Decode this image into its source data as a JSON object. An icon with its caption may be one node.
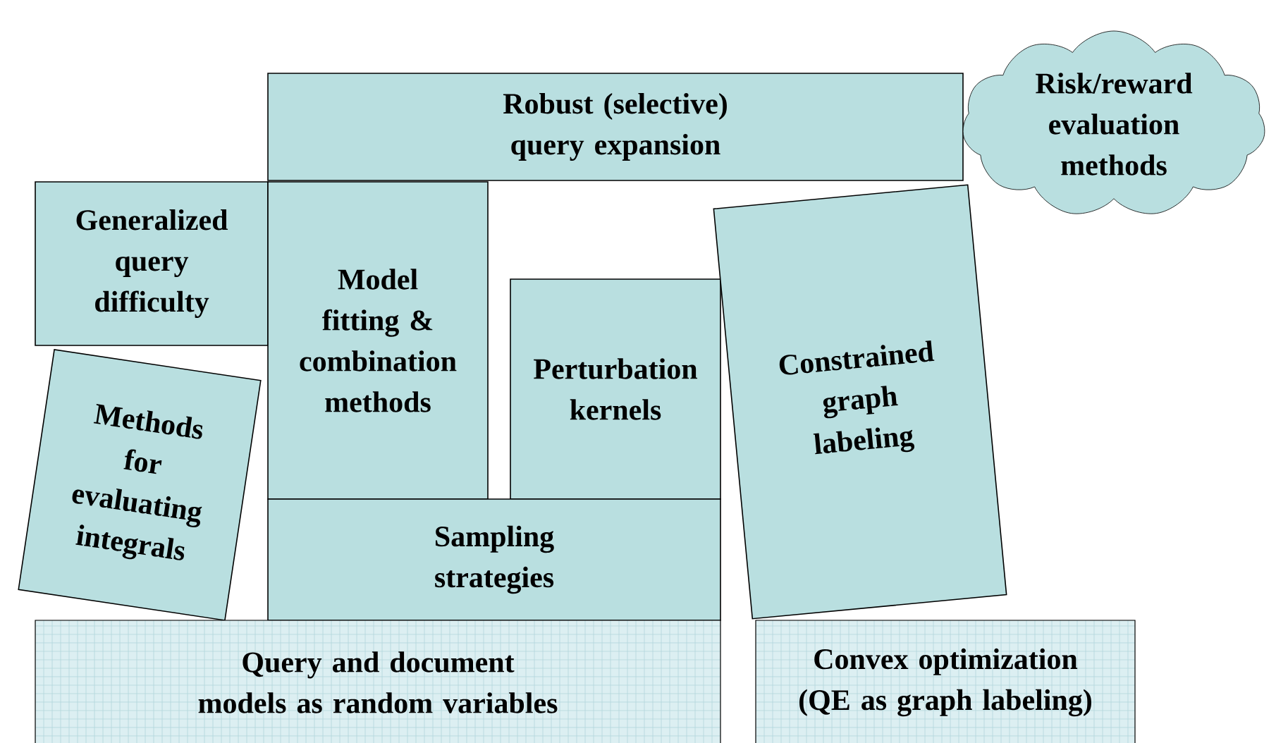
{
  "diagram": {
    "nodes": [
      {
        "text": [
          "Robust (selective) query expansion"
        ]
      },
      {
        "text": [
          "Risk/reward evaluation methods"
        ]
      },
      {
        "text": [
          "Generalized query difficulty"
        ]
      },
      {
        "text": [
          "Model fitting & combination methods"
        ]
      },
      {
        "text": [
          "Perturbation kernels"
        ]
      },
      {
        "text": [
          "Constrained graph labeling"
        ]
      },
      {
        "text": [
          "Methods for evaluating integrals"
        ]
      },
      {
        "text": [
          "Sampling strategies"
        ]
      },
      {
        "text": [
          "Query and document models as random variables"
        ]
      },
      {
        "text": [
          "Convex optimization (QE as graph labeling)"
        ]
      }
    ]
  }
}
